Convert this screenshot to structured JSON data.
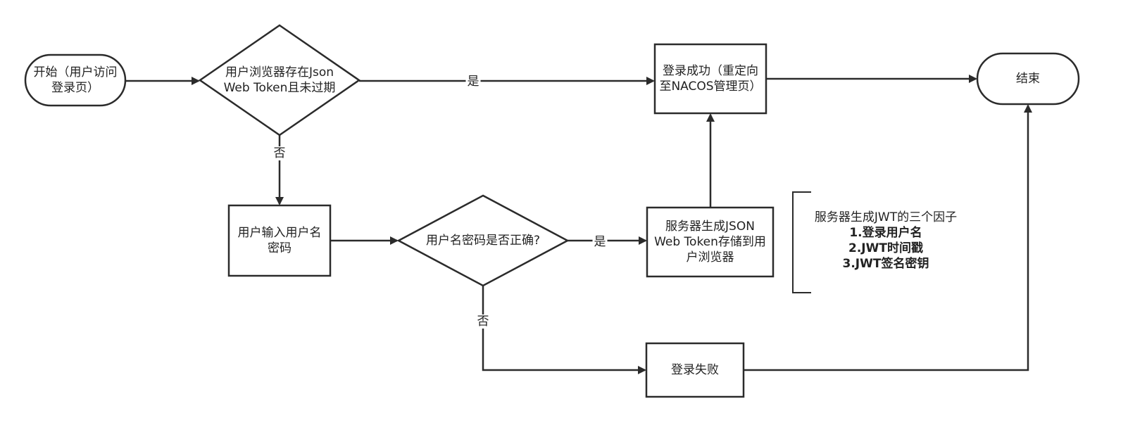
{
  "nodes": {
    "start": "开始（用户访问登录页）",
    "decision_jwt": "用户浏览器存在Json Web Token且未过期",
    "login_success": "登录成功（重定向至NACOS管理页）",
    "end": "结束",
    "input_credentials": "用户输入用户名密码",
    "decision_password": "用户名密码是否正确?",
    "generate_jwt": "服务器生成JSON Web Token存储到用户浏览器",
    "login_fail": "登录失败"
  },
  "edge_labels": {
    "jwt_yes": "是",
    "jwt_no": "否",
    "password_yes": "是",
    "password_no": "否"
  },
  "note": {
    "title": "服务器生成JWT的三个因子",
    "items": [
      "1.登录用户名",
      "2.JWT时间戳",
      "3.JWT签名密钥"
    ]
  },
  "colors": {
    "stroke": "#2b2b2b",
    "text": "#222222",
    "background": "#ffffff"
  }
}
